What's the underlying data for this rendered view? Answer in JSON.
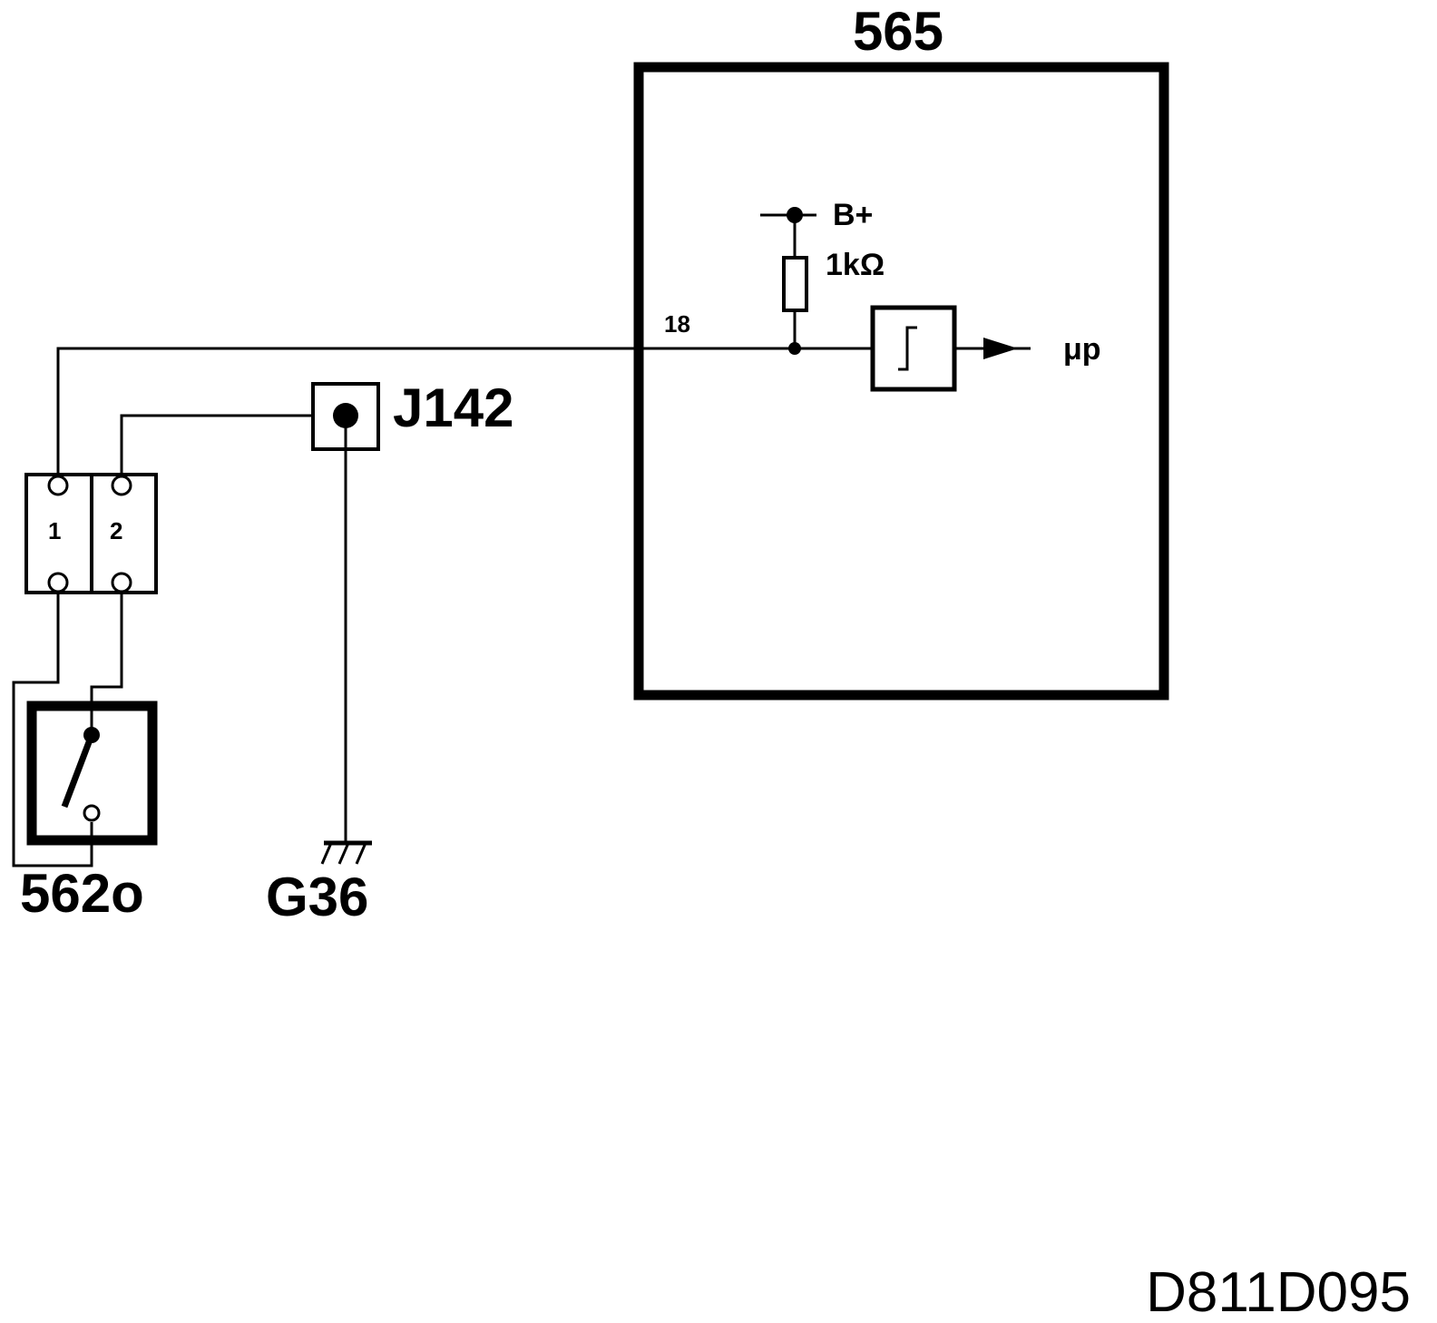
{
  "modules": {
    "main_module": "565",
    "switch_module": "562o",
    "junction": "J142",
    "ground": "G36"
  },
  "labels": {
    "pin": "18",
    "supply": "B+",
    "resistor": "1kΩ",
    "output": "μp"
  },
  "connector": {
    "pins": [
      "1",
      "2"
    ]
  },
  "figure_id": "D811D095"
}
